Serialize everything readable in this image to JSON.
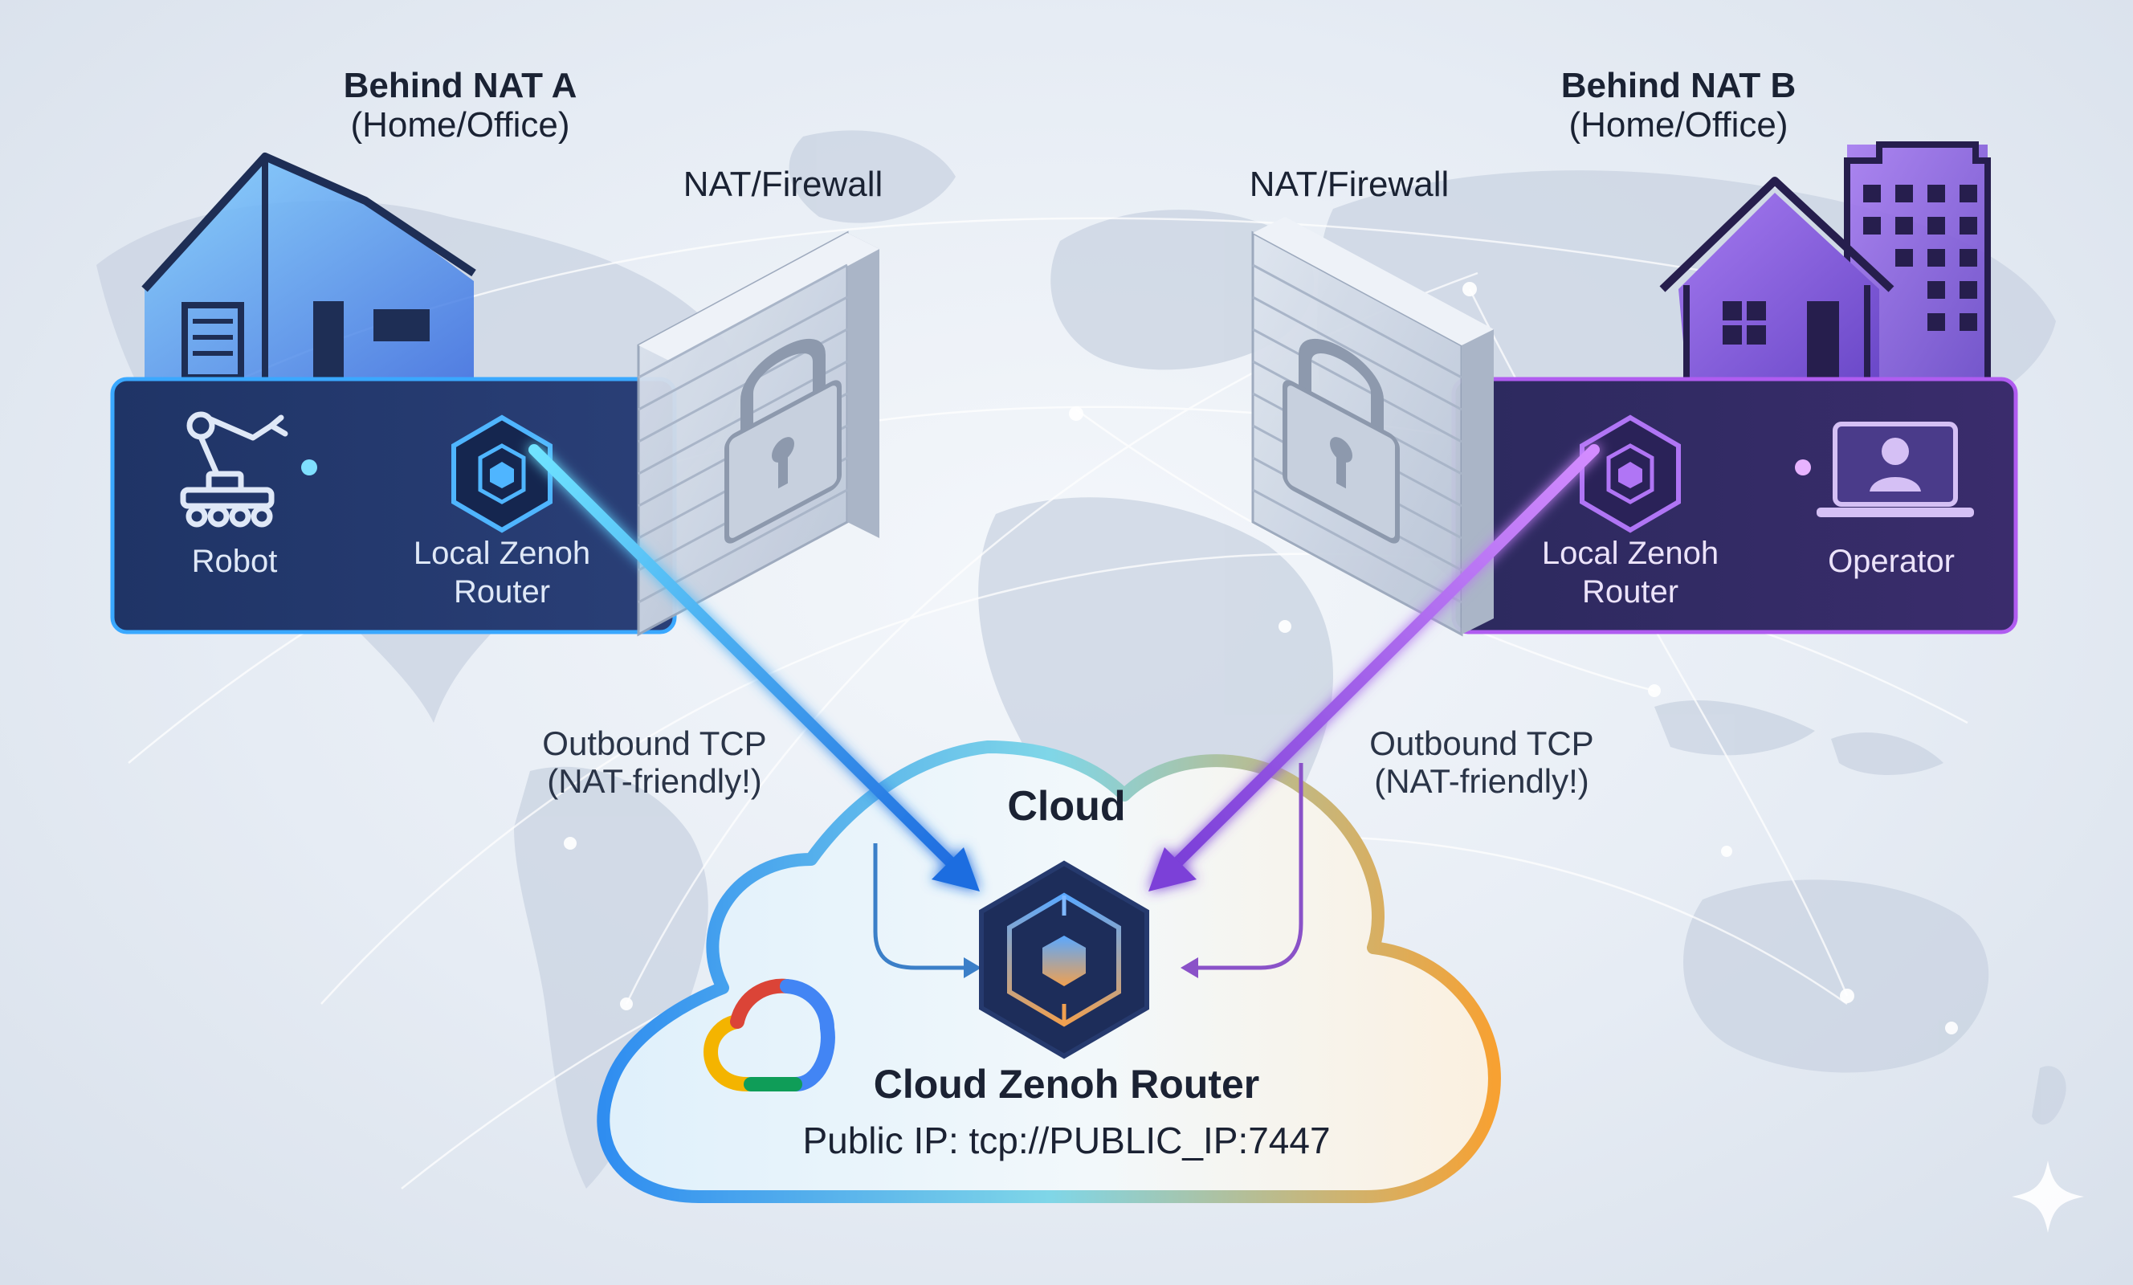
{
  "site_a": {
    "title": "Behind NAT A",
    "subtitle": "(Home/Office)",
    "device_label": "Robot",
    "router_label_line1": "Local Zenoh",
    "router_label_line2": "Router"
  },
  "site_b": {
    "title": "Behind NAT B",
    "subtitle": "(Home/Office)",
    "device_label": "Operator",
    "router_label_line1": "Local Zenoh",
    "router_label_line2": "Router"
  },
  "firewall_left": {
    "label": "NAT/Firewall"
  },
  "firewall_right": {
    "label": "NAT/Firewall"
  },
  "flow_left": {
    "line1": "Outbound TCP",
    "line2": "(NAT-friendly!)"
  },
  "flow_right": {
    "line1": "Outbound TCP",
    "line2": "(NAT-friendly!)"
  },
  "cloud": {
    "title": "Cloud",
    "router_name": "Cloud Zenoh Router",
    "public_ip": "Public IP: tcp://PUBLIC_IP:7447"
  },
  "colors": {
    "site_a_accent": "#3aa8ff",
    "site_b_accent": "#b05cf0",
    "panel_a_bg": "#1c2c5a",
    "panel_b_bg": "#2c2456"
  },
  "icons": [
    "house-icon",
    "building-icon",
    "robot-arm-icon",
    "zenoh-hex-icon",
    "laptop-user-icon",
    "padlock-icon",
    "google-cloud-icon",
    "sparkle-icon"
  ]
}
